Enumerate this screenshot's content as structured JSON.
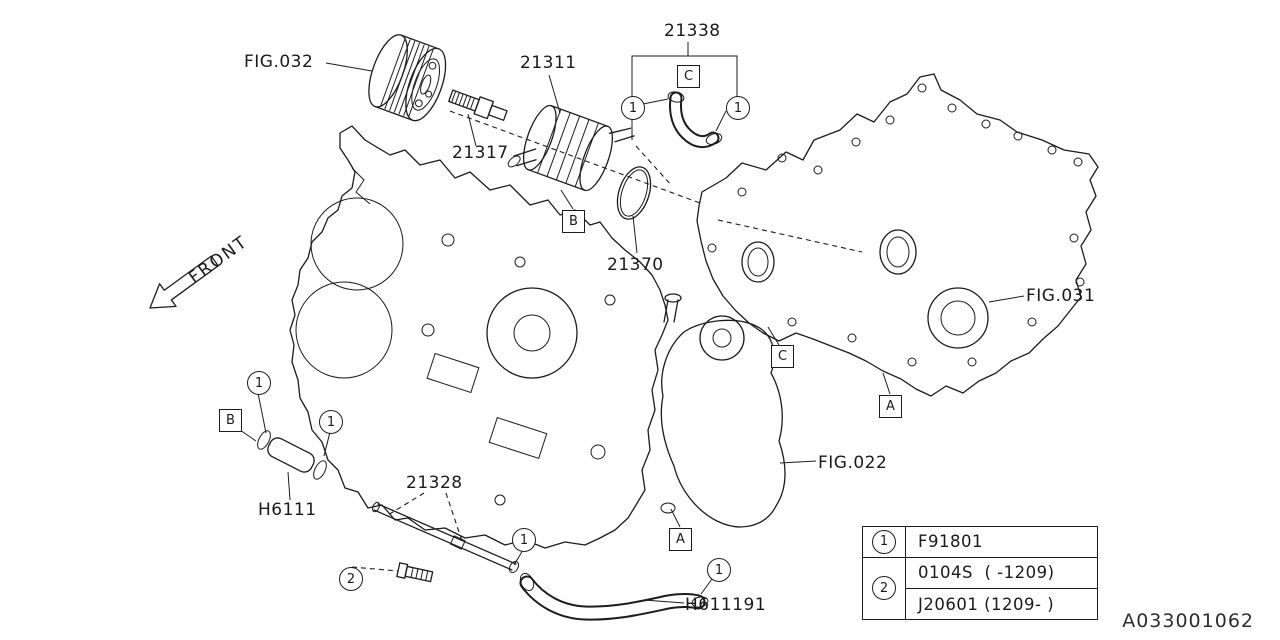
{
  "page": {
    "code": "A033001062"
  },
  "front": {
    "label": "FRONT"
  },
  "labels": {
    "fig032": "FIG.032",
    "fig031": "FIG.031",
    "fig022": "FIG.022",
    "part_21338": "21338",
    "part_21311": "21311",
    "part_21317": "21317",
    "part_21370": "21370",
    "part_21328": "21328",
    "part_h6111": "H6111",
    "part_h611191": "H611191"
  },
  "callouts": {
    "one": "1",
    "two": "2",
    "a": "A",
    "b": "B",
    "c": "C"
  },
  "legend": {
    "rows": [
      {
        "num": "1",
        "code": "F91801"
      },
      {
        "num": "2",
        "code": "0104S  ( -1209)"
      },
      {
        "num": "2",
        "code": "J20601 (1209- )"
      }
    ]
  }
}
